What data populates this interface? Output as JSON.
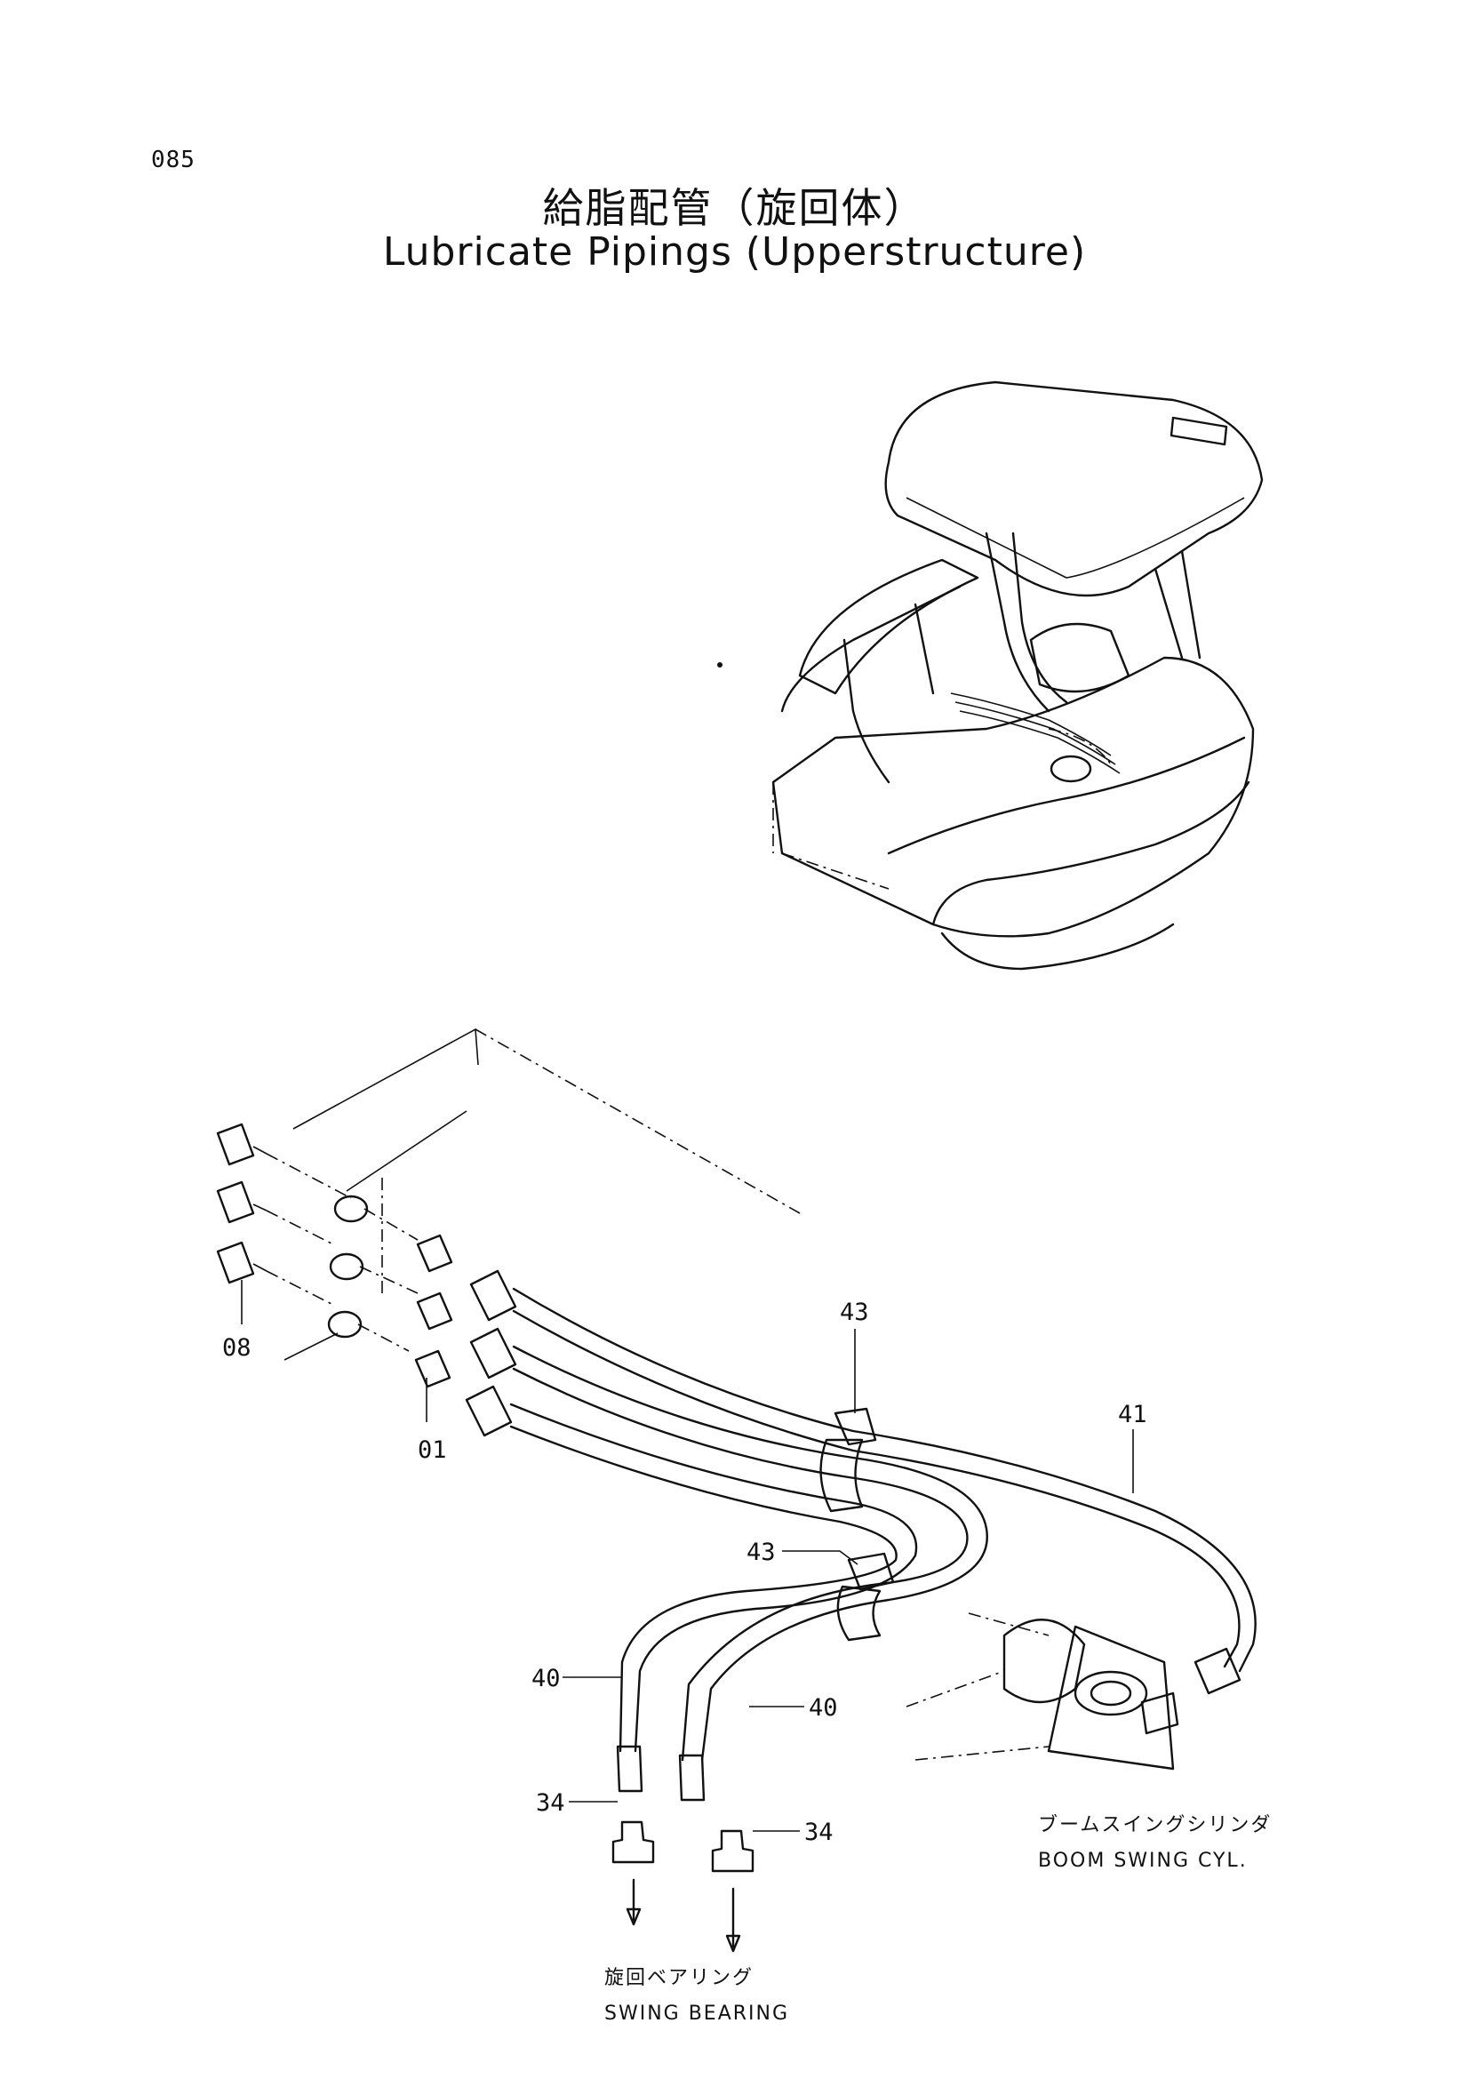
{
  "header": {
    "page_number": "085",
    "title_jp": "給脂配管（旋回体）",
    "title_en": "Lubricate Pipings (Upperstructure)"
  },
  "callouts": {
    "c08": "08",
    "c01": "01",
    "c43a": "43",
    "c43b": "43",
    "c41": "41",
    "c40a": "40",
    "c40b": "40",
    "c34a": "34",
    "c34b": "34"
  },
  "destinations": {
    "boom_swing_jp": "ブームスイングシリンダ",
    "boom_swing_en": "BOOM SWING CYL.",
    "swing_bearing_jp": "旋回ベアリング",
    "swing_bearing_en": "SWING BEARING"
  }
}
